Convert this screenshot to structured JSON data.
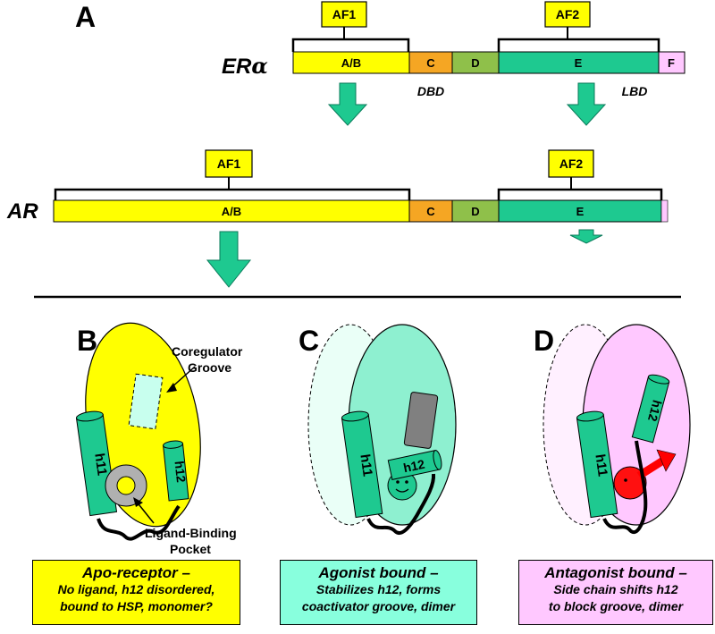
{
  "panel_a": {
    "letter": "A",
    "er": {
      "name_prefix": "ER",
      "name_suffix": "α",
      "af1": "AF1",
      "af2": "AF2",
      "segments": [
        "A/B",
        "C",
        "D",
        "E",
        "F"
      ],
      "dbd": "DBD",
      "lbd": "LBD"
    },
    "ar": {
      "name": "AR",
      "af1": "AF1",
      "af2": "AF2",
      "segments": [
        "A/B",
        "C",
        "D",
        "E"
      ]
    }
  },
  "panel_b": {
    "letter": "B",
    "groove_label_line1": "Coregulator",
    "groove_label_line2": "Groove",
    "h11": "h11",
    "h12": "h12",
    "pocket_label_line1": "Ligand-Binding",
    "pocket_label_line2": "Pocket",
    "caption_title": "Apo-receptor –",
    "caption_line1": "No ligand, h12 disordered,",
    "caption_line2": "bound to HSP, monomer?"
  },
  "panel_c": {
    "letter": "C",
    "h11": "h11",
    "h12": "h12",
    "caption_title": "Agonist bound –",
    "caption_line1": "Stabilizes h12, forms",
    "caption_line2": "coactivator groove, dimer"
  },
  "panel_d": {
    "letter": "D",
    "h11": "h11",
    "h12": "h12",
    "caption_title": "Antagonist bound –",
    "caption_line1": "Side chain shifts h12",
    "caption_line2": "to block groove, dimer"
  },
  "colors": {
    "yellow": "#ffff00",
    "orange": "#f5a623",
    "green_d": "#8fc04a",
    "teal": "#1ec990",
    "pink": "#ffc8ff",
    "mint": "#88ffdd",
    "caption_pink": "#ffc8ff"
  }
}
